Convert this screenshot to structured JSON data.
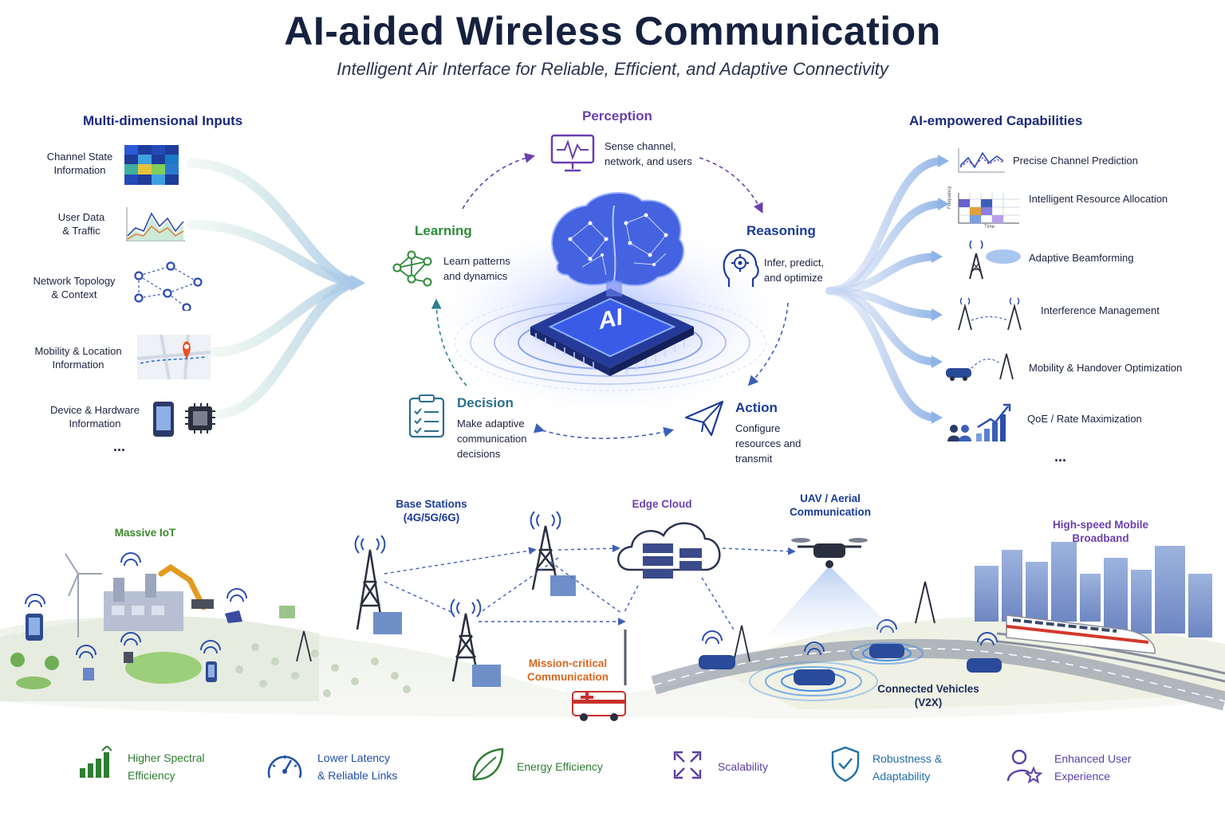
{
  "header": {
    "title": "AI-aided Wireless Communication",
    "subtitle": "Intelligent Air Interface for Reliable, Efficient, and Adaptive Connectivity"
  },
  "inputs": {
    "heading": "Multi-dimensional Inputs",
    "items": [
      {
        "label_line1": "Channel State",
        "label_line2": "Information"
      },
      {
        "label_line1": "User Data",
        "label_line2": "& Traffic"
      },
      {
        "label_line1": "Network Topology",
        "label_line2": "& Context"
      },
      {
        "label_line1": "Mobility & Location",
        "label_line2": "Information"
      },
      {
        "label_line1": "Device & Hardware",
        "label_line2": "Information"
      }
    ],
    "more": "..."
  },
  "cycle": {
    "perception": {
      "title": "Perception",
      "line1": "Sense channel,",
      "line2": "network, and users"
    },
    "learning": {
      "title": "Learning",
      "line1": "Learn patterns",
      "line2": "and dynamics"
    },
    "reasoning": {
      "title": "Reasoning",
      "line1": "Infer, predict,",
      "line2": "and optimize"
    },
    "decision": {
      "title": "Decision",
      "line1": "Make adaptive",
      "line2": "communication",
      "line3": "decisions"
    },
    "action": {
      "title": "Action",
      "line1": "Configure",
      "line2": "resources and",
      "line3": "transmit"
    },
    "chip_label": "AI"
  },
  "capabilities": {
    "heading": "AI-empowered Capabilities",
    "items": [
      "Precise Channel Prediction",
      "Intelligent Resource Allocation",
      "Adaptive Beamforming",
      "Interference Management",
      "Mobility & Handover Optimization",
      "QoE / Rate Maximization"
    ],
    "more": "...",
    "chart_axis_y": "Frequency",
    "chart_axis_x": "Time"
  },
  "scenarios": {
    "massive_iot": "Massive IoT",
    "base_stations_line1": "Base Stations",
    "base_stations_line2": "(4G/5G/6G)",
    "edge_cloud": "Edge Cloud",
    "uav_line1": "UAV / Aerial",
    "uav_line2": "Communication",
    "mobile_line1": "High-speed Mobile",
    "mobile_line2": "Broadband",
    "mission_line1": "Mission-critical",
    "mission_line2": "Communication",
    "v2x_line1": "Connected Vehicles",
    "v2x_line2": "(V2X)"
  },
  "benefits": [
    {
      "line1": "Higher Spectral",
      "line2": "Efficiency",
      "color": "#2e7d32",
      "icon": "bar-chart-icon"
    },
    {
      "line1": "Lower Latency",
      "line2": "& Reliable Links",
      "color": "#1f4fa8",
      "icon": "speedometer-icon"
    },
    {
      "line1": "Energy Efficiency",
      "line2": "",
      "color": "#2e7d32",
      "icon": "leaf-icon"
    },
    {
      "line1": "Scalability",
      "line2": "",
      "color": "#5b3fa8",
      "icon": "expand-arrows-icon"
    },
    {
      "line1": "Robustness &",
      "line2": "Adaptability",
      "color": "#1f6fa8",
      "icon": "shield-check-icon"
    },
    {
      "line1": "Enhanced User",
      "line2": "Experience",
      "color": "#5b3fa8",
      "icon": "user-star-icon"
    }
  ],
  "colors": {
    "title": "#15213f",
    "navy": "#1a2a7a",
    "purple": "#6a3fb0",
    "green": "#2e8b3a",
    "teal": "#2a6f8f",
    "orange": "#d9661f",
    "ai_blue": "#3a5be8"
  }
}
